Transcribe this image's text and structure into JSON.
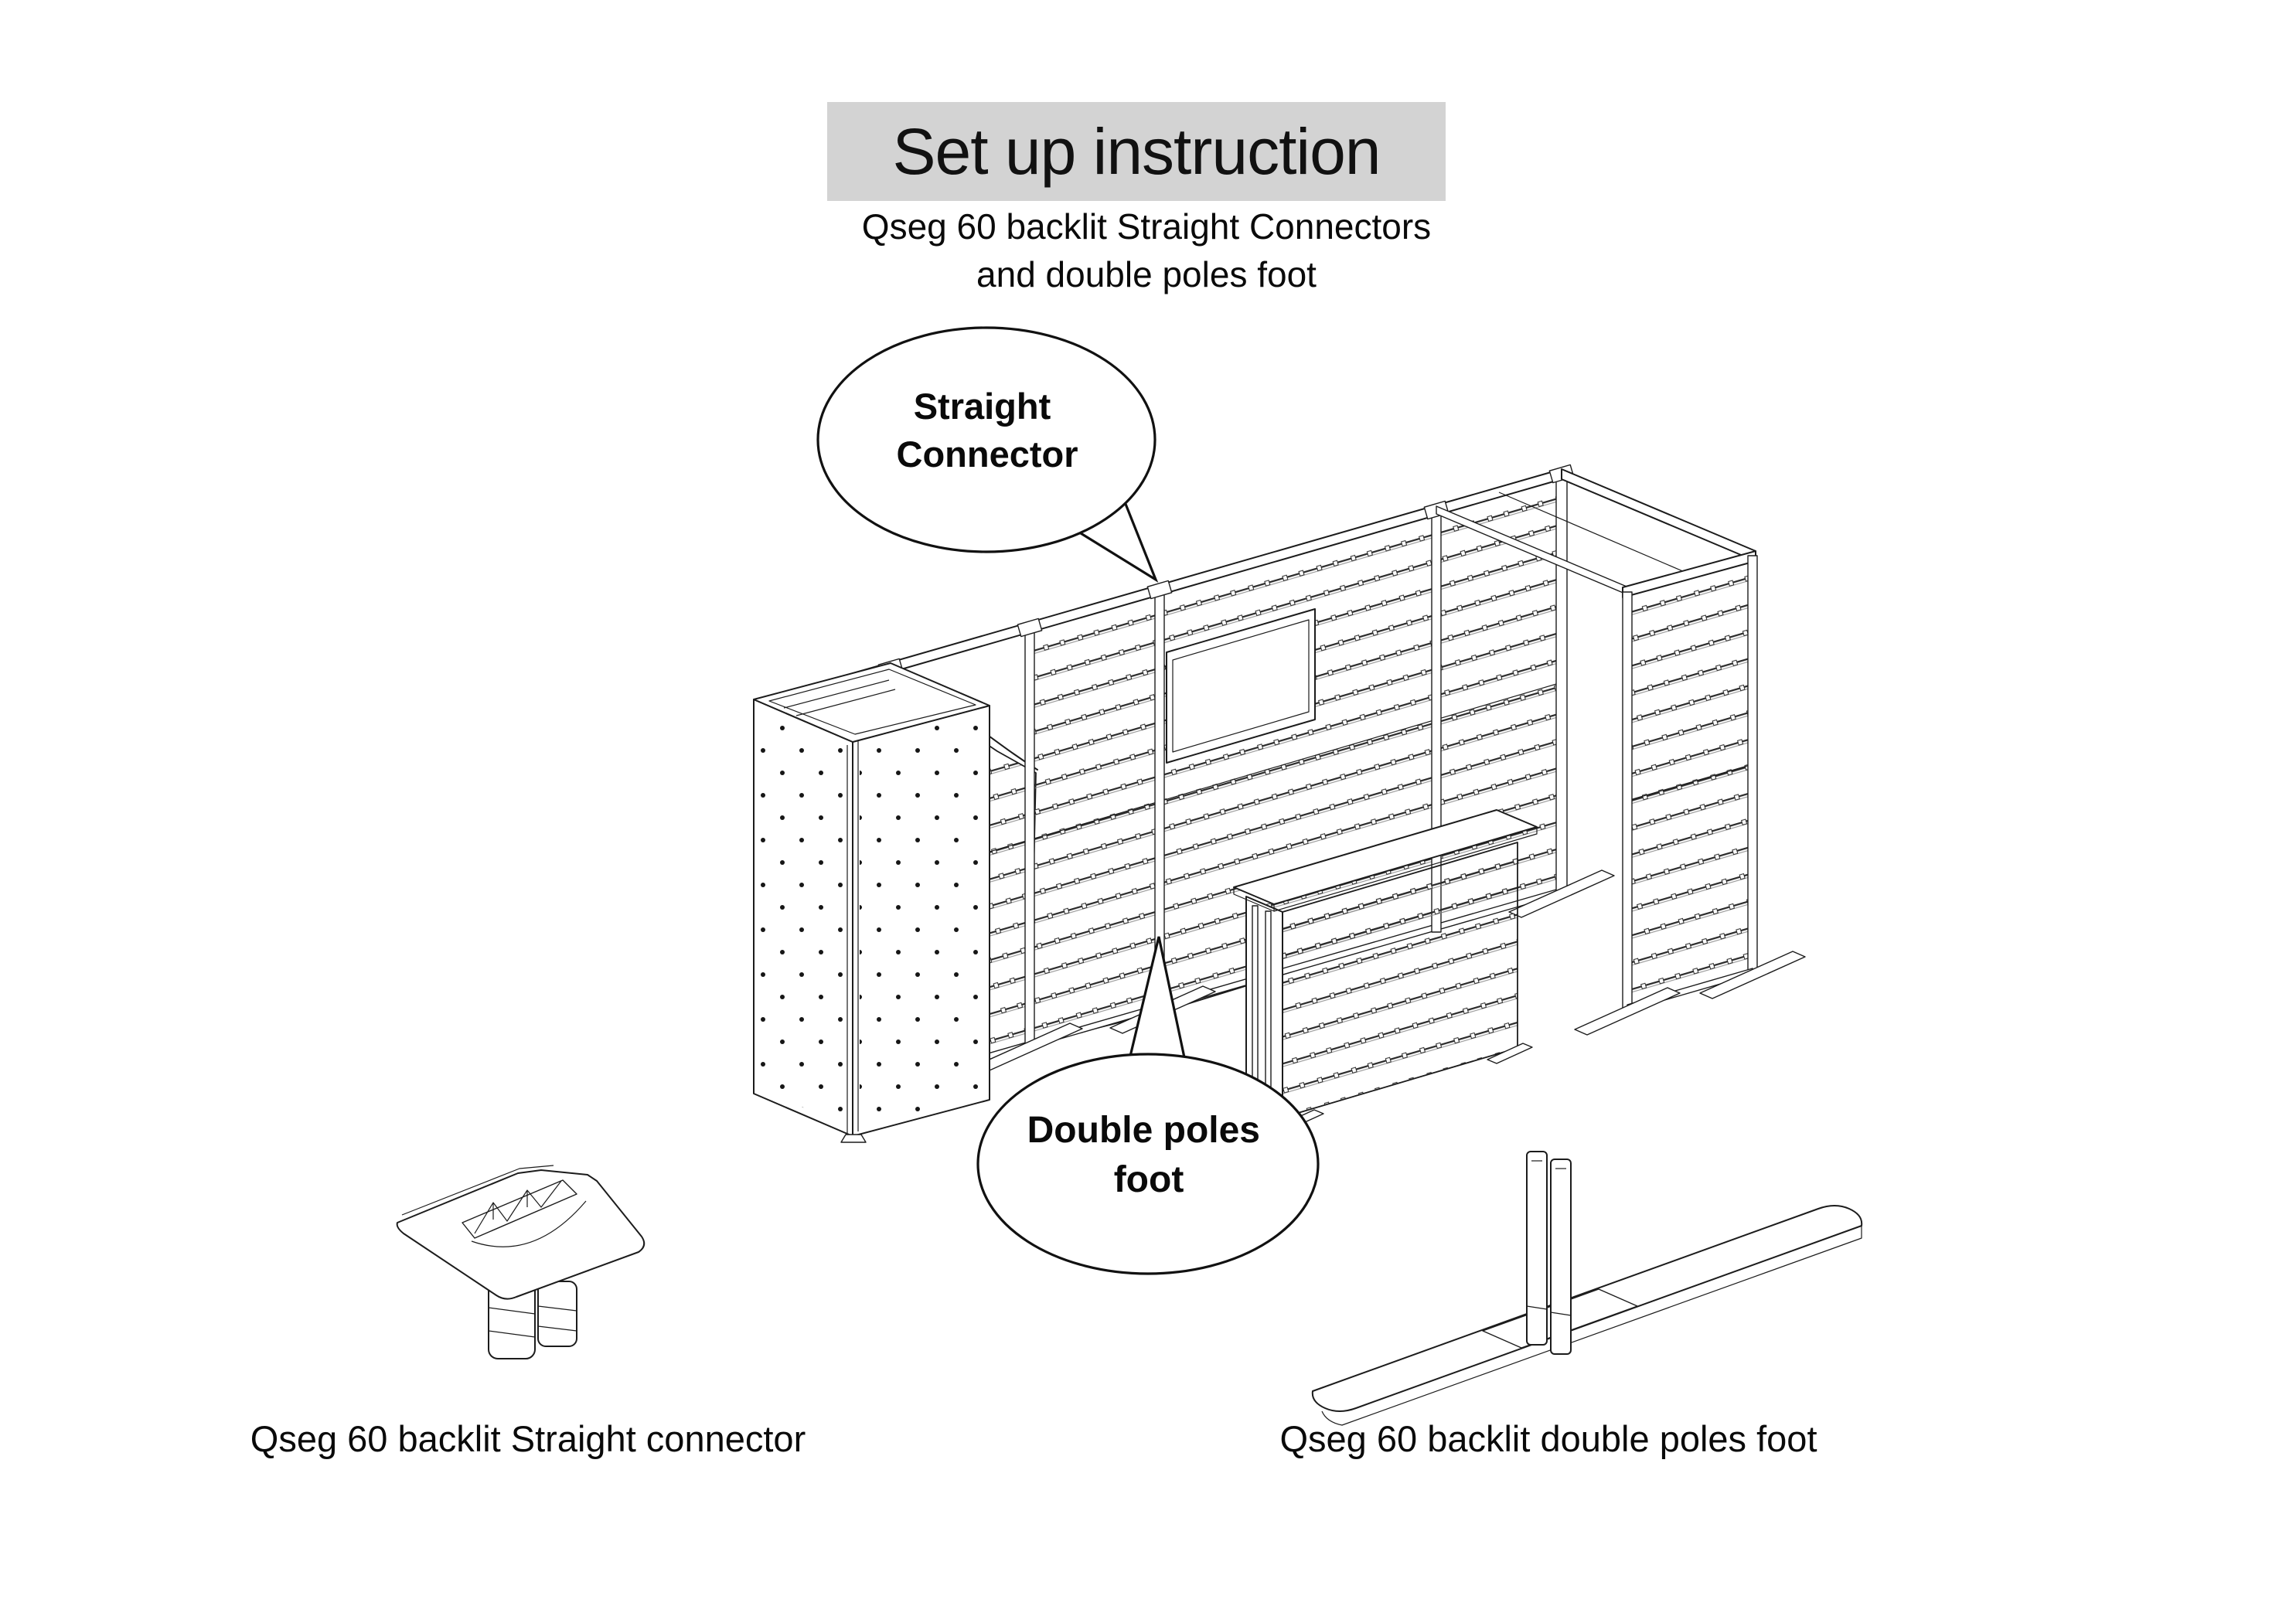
{
  "header": {
    "title": "Set up instruction",
    "subtitle_line1": "Qseg 60 backlit Straight Connectors",
    "subtitle_line2": "and double poles foot"
  },
  "callouts": {
    "straight_connector": {
      "line1": "Straight",
      "line2": "Connector"
    },
    "double_poles_foot": {
      "line1": "Double poles",
      "line2": "foot"
    }
  },
  "captions": {
    "straight_connector": "Qseg 60 backlit Straight connector",
    "double_poles_foot": "Qseg 60 backlit double poles foot"
  },
  "colors": {
    "title_background": "#d3d3d3",
    "drawing_line": "#1c1c1c",
    "background": "#ffffff"
  }
}
